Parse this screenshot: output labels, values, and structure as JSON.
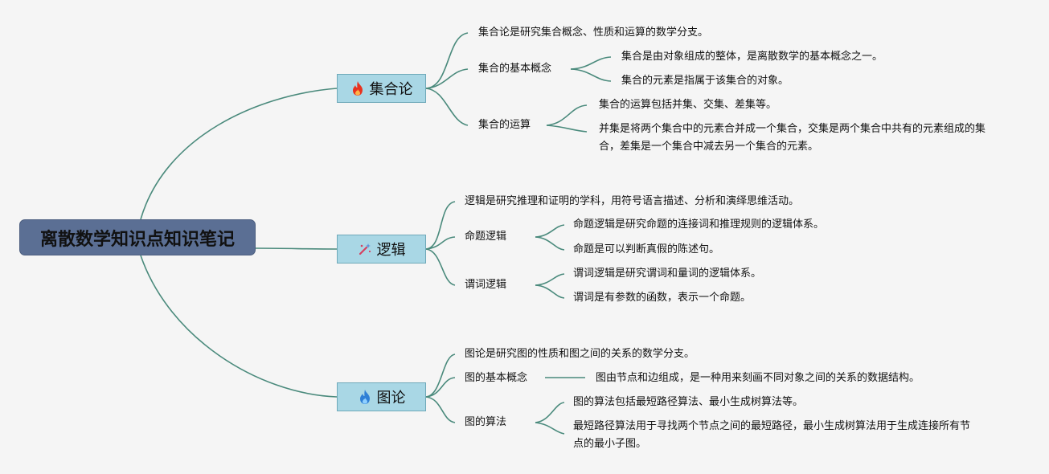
{
  "root": {
    "title": "离散数学知识点知识笔记"
  },
  "branches": [
    {
      "label": "集合论",
      "icon": "fire-icon",
      "icon_color": "#e8321e",
      "children": [
        {
          "text": "集合论是研究集合概念、性质和运算的数学分支。"
        },
        {
          "text": "集合的基本概念",
          "children": [
            "集合是由对象组成的整体，是离散数学的基本概念之一。",
            "集合的元素是指属于该集合的对象。"
          ]
        },
        {
          "text": "集合的运算",
          "children": [
            "集合的运算包括并集、交集、差集等。",
            "并集是将两个集合中的元素合并成一个集合，交集是两个集合中共有的元素组成的集合，差集是一个集合中减去另一个集合的元素。"
          ]
        }
      ]
    },
    {
      "label": "逻辑",
      "icon": "magic-wand-icon",
      "icon_color": "#d6405f",
      "children": [
        {
          "text": "逻辑是研究推理和证明的学科，用符号语言描述、分析和演绎思维活动。"
        },
        {
          "text": "命题逻辑",
          "children": [
            "命题逻辑是研究命题的连接词和推理规则的逻辑体系。",
            "命题是可以判断真假的陈述句。"
          ]
        },
        {
          "text": "谓词逻辑",
          "children": [
            "谓词逻辑是研究谓词和量词的逻辑体系。",
            "谓词是有参数的函数，表示一个命题。"
          ]
        }
      ]
    },
    {
      "label": "图论",
      "icon": "flame-icon",
      "icon_color": "#2e7fd6",
      "children": [
        {
          "text": "图论是研究图的性质和图之间的关系的数学分支。"
        },
        {
          "text": "图的基本概念",
          "children": [
            "图由节点和边组成，是一种用来刻画不同对象之间的关系的数据结构。"
          ]
        },
        {
          "text": "图的算法",
          "children": [
            "图的算法包括最短路径算法、最小生成树算法等。",
            "最短路径算法用于寻找两个节点之间的最短路径，最小生成树算法用于生成连接所有节点的最小子图。"
          ]
        }
      ]
    }
  ],
  "colors": {
    "edge": "#4a8a7c",
    "root_bg": "#5b6f94",
    "branch_bg": "#a9d7e5"
  }
}
